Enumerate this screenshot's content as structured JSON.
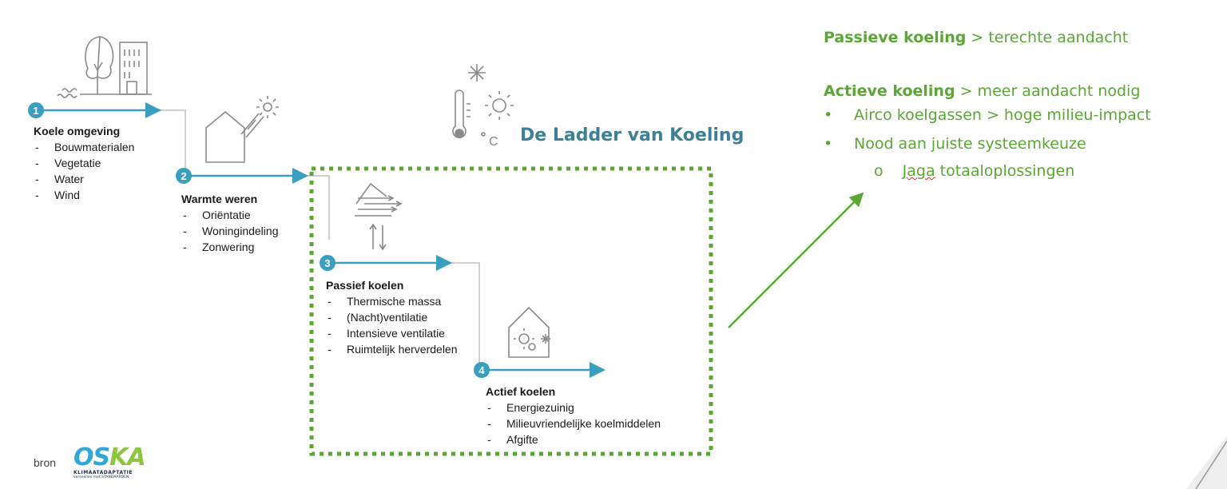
{
  "ladder_title": "De Ladder van Koeling",
  "steps": [
    {
      "number": "1",
      "title": "Koele omgeving",
      "items": [
        "Bouwmaterialen",
        "Vegetatie",
        "Water",
        "Wind"
      ]
    },
    {
      "number": "2",
      "title": "Warmte weren",
      "items": [
        "Oriëntatie",
        "Woningindeling",
        "Zonwering"
      ]
    },
    {
      "number": "3",
      "title": "Passief koelen",
      "items": [
        "Thermische massa",
        "(Nacht)ventilatie",
        "Intensieve ventilatie",
        "Ruimtelijk herverdelen"
      ]
    },
    {
      "number": "4",
      "title": "Actief koelen",
      "items": [
        "Energiezuinig",
        "Milieuvriendelijke koelmiddelen",
        "Afgifte"
      ]
    }
  ],
  "right_panel": {
    "line1_bold": "Passieve koeling",
    "line1_rest": " > terechte aandacht",
    "line2_bold": "Actieve koeling",
    "line2_rest": " > meer aandacht nodig",
    "bullets": [
      "Airco koelgassen > hoge milieu-impact",
      "Nood aan juiste systeemkeuze"
    ],
    "sub_marker": "o",
    "sub_bullet_word": "Jaga",
    "sub_bullet_rest": " totaaloplossingen"
  },
  "source": {
    "label": "bron",
    "logo_text": "OSKA",
    "logo_line1": "KLIMAATADAPTATIE",
    "logo_line2": "versnellen met STANDAARDEN"
  },
  "colors": {
    "accent_blue": "#3a9fbf",
    "title_blue": "#3d7f95",
    "green": "#5aa733",
    "dotted_green": "#5aa733",
    "logo_green": "#8cc63f",
    "logo_blue": "#2fa7d7"
  }
}
